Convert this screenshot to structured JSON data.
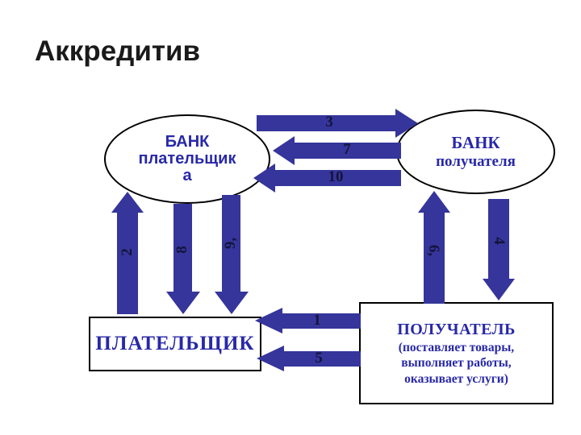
{
  "title": "Аккредитив",
  "colors": {
    "arrow": "#35359B",
    "node_text": "#2828A8",
    "number": "#14143C"
  },
  "nodes": {
    "payer_bank": {
      "lines": [
        "БАНК",
        "плательщик",
        "а"
      ]
    },
    "recipient_bank": {
      "lines": [
        "БАНК",
        "получателя"
      ]
    },
    "payer": {
      "label": "ПЛАТЕЛЬЩИК"
    },
    "recipient": {
      "title": "ПОЛУЧАТЕЛЬ",
      "subtitle_lines": [
        "(поставляет товары,",
        "выполняет работы,",
        "оказывает услуги)"
      ]
    }
  },
  "arrow_labels": {
    "n1": "1",
    "n2": "2",
    "n3": "3",
    "n4": "4",
    "n5": "5",
    "n6": "6,",
    "n7": "7",
    "n8": "8",
    "n9": "9,",
    "n10": "10"
  }
}
